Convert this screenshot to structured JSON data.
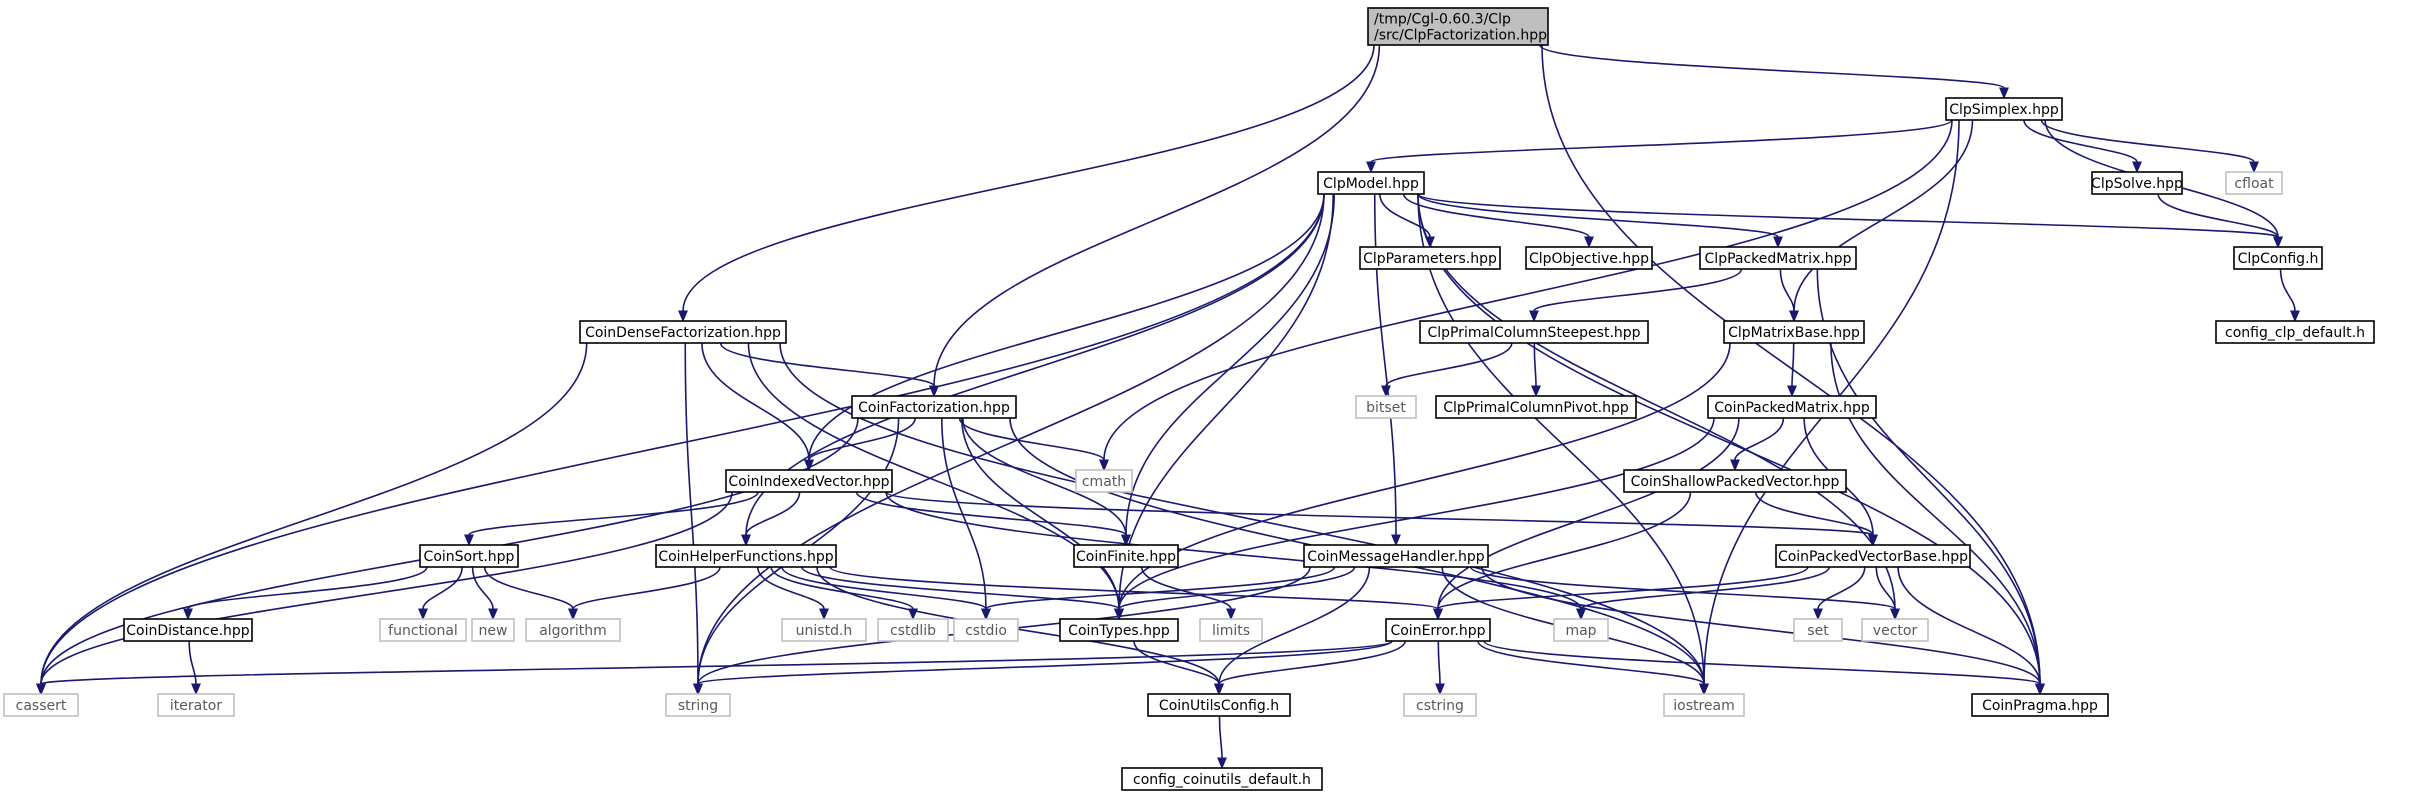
{
  "graph": {
    "colors": {
      "edge": "#191970",
      "main_fill": "#bfbfbf",
      "system_border": "#bfbfbf",
      "local_border": "#000000"
    },
    "nodes": [
      {
        "id": "root",
        "lines": [
          "/tmp/Cgl-0.60.3/Clp",
          "/src/ClpFactorization.hpp"
        ],
        "kind": "main"
      },
      {
        "id": "ClpSimplex",
        "lines": [
          "ClpSimplex.hpp"
        ],
        "kind": "local"
      },
      {
        "id": "ClpModel",
        "lines": [
          "ClpModel.hpp"
        ],
        "kind": "local"
      },
      {
        "id": "ClpSolve",
        "lines": [
          "ClpSolve.hpp"
        ],
        "kind": "local"
      },
      {
        "id": "cfloat",
        "lines": [
          "cfloat"
        ],
        "kind": "system"
      },
      {
        "id": "ClpConfig",
        "lines": [
          "ClpConfig.h"
        ],
        "kind": "local"
      },
      {
        "id": "config_clp_default",
        "lines": [
          "config_clp_default.h"
        ],
        "kind": "local"
      },
      {
        "id": "ClpParameters",
        "lines": [
          "ClpParameters.hpp"
        ],
        "kind": "local"
      },
      {
        "id": "ClpObjective",
        "lines": [
          "ClpObjective.hpp"
        ],
        "kind": "local"
      },
      {
        "id": "ClpPackedMatrix",
        "lines": [
          "ClpPackedMatrix.hpp"
        ],
        "kind": "local"
      },
      {
        "id": "CoinDenseFactorization",
        "lines": [
          "CoinDenseFactorization.hpp"
        ],
        "kind": "local"
      },
      {
        "id": "ClpPrimalColumnSteepest",
        "lines": [
          "ClpPrimalColumnSteepest.hpp"
        ],
        "kind": "local"
      },
      {
        "id": "ClpMatrixBase",
        "lines": [
          "ClpMatrixBase.hpp"
        ],
        "kind": "local"
      },
      {
        "id": "bitset",
        "lines": [
          "bitset"
        ],
        "kind": "system"
      },
      {
        "id": "ClpPrimalColumnPivot",
        "lines": [
          "ClpPrimalColumnPivot.hpp"
        ],
        "kind": "local"
      },
      {
        "id": "CoinFactorization",
        "lines": [
          "CoinFactorization.hpp"
        ],
        "kind": "local"
      },
      {
        "id": "CoinPackedMatrix",
        "lines": [
          "CoinPackedMatrix.hpp"
        ],
        "kind": "local"
      },
      {
        "id": "cmath",
        "lines": [
          "cmath"
        ],
        "kind": "system"
      },
      {
        "id": "CoinIndexedVector",
        "lines": [
          "CoinIndexedVector.hpp"
        ],
        "kind": "local"
      },
      {
        "id": "CoinShallowPackedVector",
        "lines": [
          "CoinShallowPackedVector.hpp"
        ],
        "kind": "local"
      },
      {
        "id": "CoinSort",
        "lines": [
          "CoinSort.hpp"
        ],
        "kind": "local"
      },
      {
        "id": "CoinHelperFunctions",
        "lines": [
          "CoinHelperFunctions.hpp"
        ],
        "kind": "local"
      },
      {
        "id": "CoinFinite",
        "lines": [
          "CoinFinite.hpp"
        ],
        "kind": "local"
      },
      {
        "id": "CoinMessageHandler",
        "lines": [
          "CoinMessageHandler.hpp"
        ],
        "kind": "local"
      },
      {
        "id": "CoinPackedVectorBase",
        "lines": [
          "CoinPackedVectorBase.hpp"
        ],
        "kind": "local"
      },
      {
        "id": "CoinDistance",
        "lines": [
          "CoinDistance.hpp"
        ],
        "kind": "local"
      },
      {
        "id": "functional",
        "lines": [
          "functional"
        ],
        "kind": "system"
      },
      {
        "id": "new",
        "lines": [
          "new"
        ],
        "kind": "system"
      },
      {
        "id": "algorithm",
        "lines": [
          "algorithm"
        ],
        "kind": "system"
      },
      {
        "id": "unistd",
        "lines": [
          "unistd.h"
        ],
        "kind": "system"
      },
      {
        "id": "cstdlib",
        "lines": [
          "cstdlib"
        ],
        "kind": "system"
      },
      {
        "id": "cstdio",
        "lines": [
          "cstdio"
        ],
        "kind": "system"
      },
      {
        "id": "CoinTypes",
        "lines": [
          "CoinTypes.hpp"
        ],
        "kind": "local"
      },
      {
        "id": "limits",
        "lines": [
          "limits"
        ],
        "kind": "system"
      },
      {
        "id": "CoinError",
        "lines": [
          "CoinError.hpp"
        ],
        "kind": "local"
      },
      {
        "id": "map",
        "lines": [
          "map"
        ],
        "kind": "system"
      },
      {
        "id": "set",
        "lines": [
          "set"
        ],
        "kind": "system"
      },
      {
        "id": "vector",
        "lines": [
          "vector"
        ],
        "kind": "system"
      },
      {
        "id": "iterator",
        "lines": [
          "iterator"
        ],
        "kind": "system"
      },
      {
        "id": "cassert",
        "lines": [
          "cassert"
        ],
        "kind": "system"
      },
      {
        "id": "string",
        "lines": [
          "string"
        ],
        "kind": "system"
      },
      {
        "id": "CoinUtilsConfig",
        "lines": [
          "CoinUtilsConfig.h"
        ],
        "kind": "local"
      },
      {
        "id": "cstring",
        "lines": [
          "cstring"
        ],
        "kind": "system"
      },
      {
        "id": "iostream",
        "lines": [
          "iostream"
        ],
        "kind": "system"
      },
      {
        "id": "CoinPragma",
        "lines": [
          "CoinPragma.hpp"
        ],
        "kind": "local"
      },
      {
        "id": "config_coinutils_default",
        "lines": [
          "config_coinutils_default.h"
        ],
        "kind": "local"
      }
    ],
    "edges": [
      [
        "root",
        "ClpSimplex"
      ],
      [
        "root",
        "CoinDenseFactorization"
      ],
      [
        "root",
        "CoinFactorization"
      ],
      [
        "root",
        "CoinPragma"
      ],
      [
        "ClpSimplex",
        "ClpModel"
      ],
      [
        "ClpSimplex",
        "ClpSolve"
      ],
      [
        "ClpSimplex",
        "cfloat"
      ],
      [
        "ClpSimplex",
        "ClpConfig"
      ],
      [
        "ClpSimplex",
        "ClpMatrixBase"
      ],
      [
        "ClpSimplex",
        "cmath"
      ],
      [
        "ClpSimplex",
        "iostream"
      ],
      [
        "ClpSolve",
        "ClpConfig"
      ],
      [
        "ClpConfig",
        "config_clp_default"
      ],
      [
        "ClpModel",
        "ClpParameters"
      ],
      [
        "ClpModel",
        "ClpObjective"
      ],
      [
        "ClpModel",
        "ClpPackedMatrix"
      ],
      [
        "ClpModel",
        "ClpConfig"
      ],
      [
        "ClpModel",
        "CoinMessageHandler"
      ],
      [
        "ClpModel",
        "CoinTypes"
      ],
      [
        "ClpModel",
        "CoinFinite"
      ],
      [
        "ClpModel",
        "CoinHelperFunctions"
      ],
      [
        "ClpModel",
        "CoinIndexedVector"
      ],
      [
        "ClpModel",
        "cassert"
      ],
      [
        "ClpModel",
        "string"
      ],
      [
        "ClpModel",
        "vector"
      ],
      [
        "ClpModel",
        "iostream"
      ],
      [
        "ClpModel",
        "CoinPragma"
      ],
      [
        "ClpPackedMatrix",
        "ClpPrimalColumnSteepest"
      ],
      [
        "ClpPackedMatrix",
        "ClpMatrixBase"
      ],
      [
        "ClpPackedMatrix",
        "CoinPragma"
      ],
      [
        "ClpPrimalColumnSteepest",
        "bitset"
      ],
      [
        "ClpPrimalColumnSteepest",
        "ClpPrimalColumnPivot"
      ],
      [
        "ClpMatrixBase",
        "CoinPackedMatrix"
      ],
      [
        "ClpMatrixBase",
        "CoinTypes"
      ],
      [
        "ClpMatrixBase",
        "CoinPragma"
      ],
      [
        "CoinPackedMatrix",
        "CoinShallowPackedVector"
      ],
      [
        "CoinPackedMatrix",
        "CoinPackedVectorBase"
      ],
      [
        "CoinPackedMatrix",
        "CoinError"
      ],
      [
        "CoinPackedMatrix",
        "CoinTypes"
      ],
      [
        "CoinShallowPackedVector",
        "CoinPackedVectorBase"
      ],
      [
        "CoinShallowPackedVector",
        "CoinError"
      ],
      [
        "CoinDenseFactorization",
        "CoinFactorization"
      ],
      [
        "CoinDenseFactorization",
        "CoinIndexedVector"
      ],
      [
        "CoinDenseFactorization",
        "CoinTypes"
      ],
      [
        "CoinDenseFactorization",
        "cassert"
      ],
      [
        "CoinDenseFactorization",
        "string"
      ],
      [
        "CoinDenseFactorization",
        "iostream"
      ],
      [
        "CoinFactorization",
        "CoinIndexedVector"
      ],
      [
        "CoinFactorization",
        "CoinFinite"
      ],
      [
        "CoinFactorization",
        "CoinTypes"
      ],
      [
        "CoinFactorization",
        "cmath"
      ],
      [
        "CoinFactorization",
        "cassert"
      ],
      [
        "CoinFactorization",
        "string"
      ],
      [
        "CoinFactorization",
        "cstdio"
      ],
      [
        "CoinFactorization",
        "iostream"
      ],
      [
        "CoinIndexedVector",
        "CoinSort"
      ],
      [
        "CoinIndexedVector",
        "CoinHelperFunctions"
      ],
      [
        "CoinIndexedVector",
        "CoinFinite"
      ],
      [
        "CoinIndexedVector",
        "CoinPackedVectorBase"
      ],
      [
        "CoinIndexedVector",
        "map"
      ],
      [
        "CoinIndexedVector",
        "cassert"
      ],
      [
        "CoinSort",
        "CoinDistance"
      ],
      [
        "CoinSort",
        "functional"
      ],
      [
        "CoinSort",
        "new"
      ],
      [
        "CoinSort",
        "algorithm"
      ],
      [
        "CoinDistance",
        "iterator"
      ],
      [
        "CoinHelperFunctions",
        "algorithm"
      ],
      [
        "CoinHelperFunctions",
        "unistd"
      ],
      [
        "CoinHelperFunctions",
        "cstdlib"
      ],
      [
        "CoinHelperFunctions",
        "cstdio"
      ],
      [
        "CoinHelperFunctions",
        "CoinTypes"
      ],
      [
        "CoinHelperFunctions",
        "CoinError"
      ],
      [
        "CoinHelperFunctions",
        "CoinUtilsConfig"
      ],
      [
        "CoinFinite",
        "limits"
      ],
      [
        "CoinMessageHandler",
        "cstdio"
      ],
      [
        "CoinMessageHandler",
        "CoinTypes"
      ],
      [
        "CoinMessageHandler",
        "vector"
      ],
      [
        "CoinMessageHandler",
        "CoinUtilsConfig"
      ],
      [
        "CoinMessageHandler",
        "string"
      ],
      [
        "CoinMessageHandler",
        "iostream"
      ],
      [
        "CoinMessageHandler",
        "CoinPragma"
      ],
      [
        "CoinPackedVectorBase",
        "CoinError"
      ],
      [
        "CoinPackedVectorBase",
        "map"
      ],
      [
        "CoinPackedVectorBase",
        "set"
      ],
      [
        "CoinPackedVectorBase",
        "vector"
      ],
      [
        "CoinPackedVectorBase",
        "CoinPragma"
      ],
      [
        "CoinTypes",
        "CoinUtilsConfig"
      ],
      [
        "CoinError",
        "cassert"
      ],
      [
        "CoinError",
        "string"
      ],
      [
        "CoinError",
        "CoinUtilsConfig"
      ],
      [
        "CoinError",
        "cstring"
      ],
      [
        "CoinError",
        "iostream"
      ],
      [
        "CoinError",
        "CoinPragma"
      ],
      [
        "CoinUtilsConfig",
        "config_coinutils_default"
      ]
    ]
  }
}
